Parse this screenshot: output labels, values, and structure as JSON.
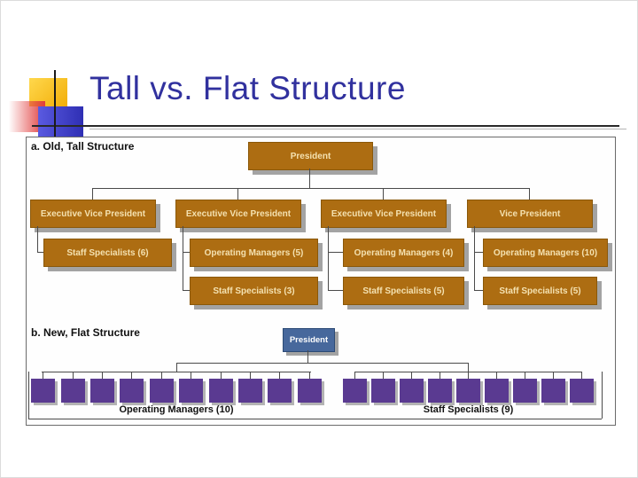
{
  "slide_title": "Tall vs. Flat Structure",
  "sections": {
    "tall": {
      "label": "a. Old, Tall Structure",
      "president_label": "President",
      "columns": [
        {
          "head": "Executive Vice President",
          "children": [
            "Staff Specialists (6)"
          ]
        },
        {
          "head": "Executive Vice President",
          "children": [
            "Operating Managers (5)",
            "Staff Specialists (3)"
          ]
        },
        {
          "head": "Executive Vice President",
          "children": [
            "Operating Managers (4)",
            "Staff Specialists (5)"
          ]
        },
        {
          "head": "Vice President",
          "children": [
            "Operating Managers (10)",
            "Staff Specialists (5)"
          ]
        }
      ]
    },
    "flat": {
      "label": "b. New, Flat Structure",
      "president_label": "President",
      "groups": [
        {
          "label": "Operating Managers (10)",
          "count": 10
        },
        {
          "label": "Staff Specialists (9)",
          "count": 9
        }
      ]
    }
  },
  "colors": {
    "title_text": "#31319e",
    "gold_box": "#ad6d12",
    "gold_box_text": "#f4e1b0",
    "flat_president_box": "#47689c",
    "org_unit_square": "#5a3a91",
    "connector_line": "#4a4a4a",
    "decor_yellow": "#f2ae08",
    "decor_blue": "#2f2fb4",
    "decor_red": "#e03c3c"
  }
}
